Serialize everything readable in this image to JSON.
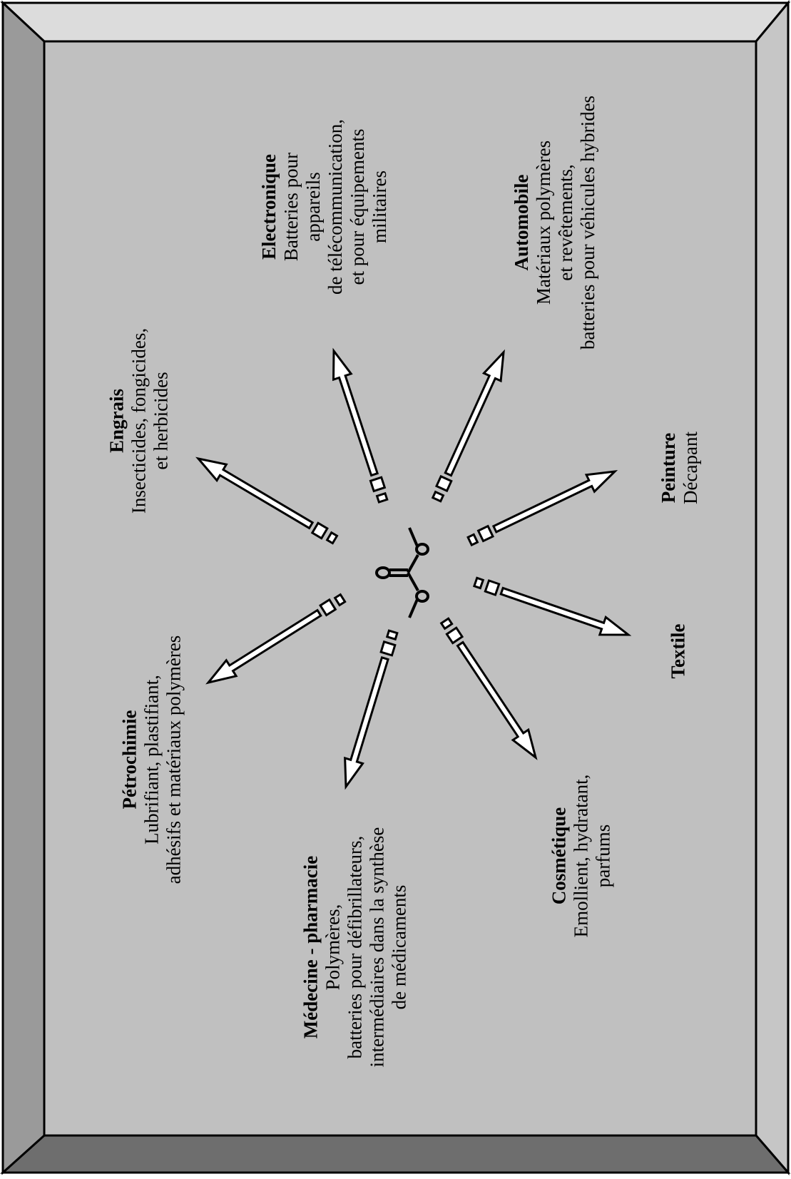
{
  "diagram": {
    "molecule": {
      "name": "dimethyl-carbonate-molecule",
      "atoms": [
        "O",
        "O",
        "O"
      ]
    },
    "sectors": [
      {
        "id": "engrais",
        "title": "Engrais",
        "description": "Insecticides, fongicides,\net herbicides"
      },
      {
        "id": "electronique",
        "title": "Electronique",
        "description": "Batteries pour\nappareils\nde télécommunication,\net pour équipements\nmilitaires"
      },
      {
        "id": "automobile",
        "title": "Automobile",
        "description": "Matériaux polymères\net revêtements,\nbatteries pour véhicules hybrides"
      },
      {
        "id": "peinture",
        "title": "Peinture",
        "description": "Décapant"
      },
      {
        "id": "textile",
        "title": "Textile",
        "description": ""
      },
      {
        "id": "cosmetique",
        "title": "Cosmétique",
        "description": "Emollient, hydratant,\nparfums"
      },
      {
        "id": "medecine",
        "title": "Médecine - pharmacie",
        "description": "Polymères,\nbatteries pour défibrillateurs,\nintermédiaires dans la synthèse\nde médicaments"
      },
      {
        "id": "petrochimie",
        "title": "Pétrochimie",
        "description": "Lubrifiant, plastifiant,\nadhésifs et matériaux polymères"
      }
    ],
    "colors": {
      "background": "#c0c0c0",
      "bevel_top": "#dcdcdc",
      "bevel_right": "#c6c6c6",
      "bevel_left": "#9a9a9a",
      "bevel_bottom": "#6e6e6e",
      "arrow_fill": "#ffffff",
      "stroke": "#000000"
    }
  }
}
